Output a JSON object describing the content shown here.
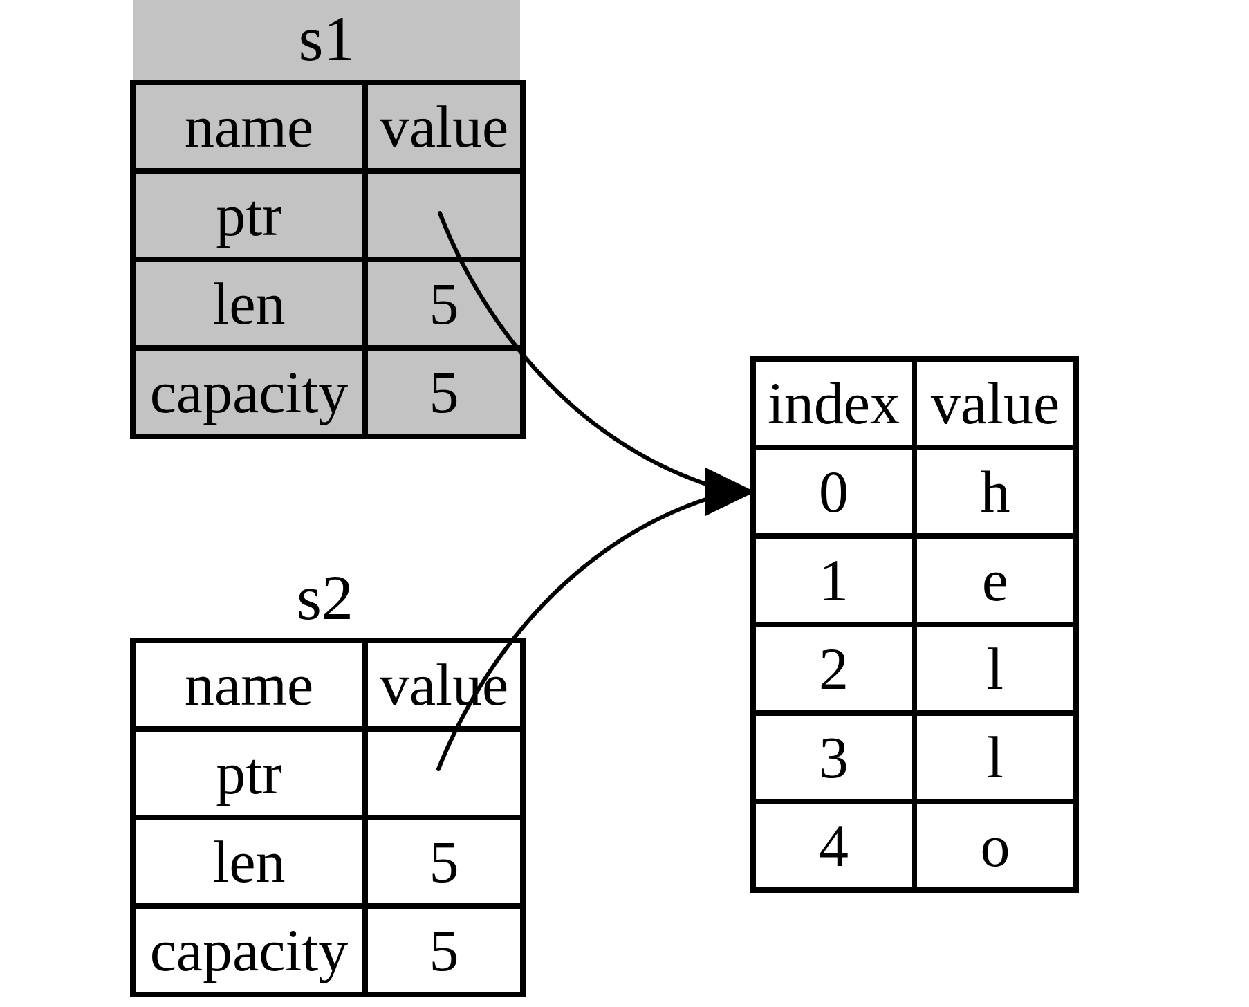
{
  "figure": {
    "description": "Rust String ownership diagram: s1 moved to s2, both stack structs point to the same heap buffer",
    "colors": {
      "background": "#ffffff",
      "grayed_fill": "#c3c3c3",
      "line": "#000000"
    }
  },
  "s1": {
    "title": "s1",
    "columns": [
      "name",
      "value"
    ],
    "rows": [
      {
        "name": "ptr",
        "value": ""
      },
      {
        "name": "len",
        "value": "5"
      },
      {
        "name": "capacity",
        "value": "5"
      }
    ]
  },
  "s2": {
    "title": "s2",
    "columns": [
      "name",
      "value"
    ],
    "rows": [
      {
        "name": "ptr",
        "value": ""
      },
      {
        "name": "len",
        "value": "5"
      },
      {
        "name": "capacity",
        "value": "5"
      }
    ]
  },
  "heap": {
    "columns": [
      "index",
      "value"
    ],
    "rows": [
      {
        "index": "0",
        "value": "h"
      },
      {
        "index": "1",
        "value": "e"
      },
      {
        "index": "2",
        "value": "l"
      },
      {
        "index": "3",
        "value": "l"
      },
      {
        "index": "4",
        "value": "o"
      }
    ]
  },
  "arrows": [
    {
      "from": "s1 ptr value cell",
      "to": "heap index 0"
    },
    {
      "from": "s2 ptr value cell",
      "to": "heap index 0"
    }
  ]
}
